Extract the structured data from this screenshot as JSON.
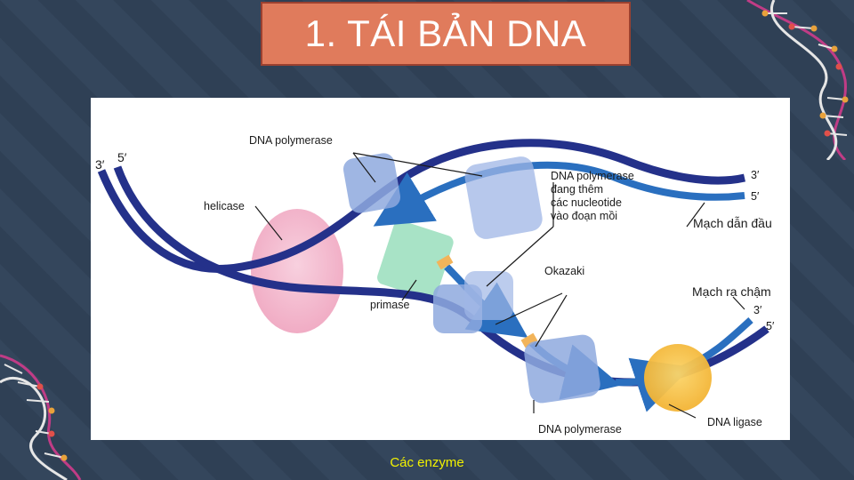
{
  "slide": {
    "title": "1. TÁI BẢN DNA",
    "caption": "Các enzyme"
  },
  "diagram": {
    "labels": {
      "dna_polymerase_top": "DNA polymerase",
      "end_3_left": "3′",
      "end_5_left": "5′",
      "helicase": "helicase",
      "primase": "primase",
      "dna_polymerase_adding_1": "DNA polymerase",
      "dna_polymerase_adding_2": "đang thêm",
      "dna_polymerase_adding_3": "các nucleotide",
      "dna_polymerase_adding_4": "vào đoạn mồi",
      "okazaki": "Okazaki",
      "end_3_right_top": "3′",
      "end_5_right_top": "5′",
      "leading_strand": "Mạch dẫn đầu",
      "lagging_strand": "Mạch ra chậm",
      "end_3_right_bottom": "3′",
      "end_5_right_bottom": "5′",
      "dna_polymerase_bottom": "DNA polymerase",
      "dna_ligase": "DNA ligase"
    }
  },
  "colors": {
    "background": "#2f4055",
    "title_fill": "#e07b5c",
    "title_border": "#9b4130",
    "caption_text": "#f2f200",
    "strand_dark": "#24318a",
    "strand_new": "#2a6fbf",
    "helicase": "#f3b3c8",
    "primase": "#8fd9b4",
    "polymerase": "#8ea9de",
    "ligase": "#f7c64a",
    "primer": "#f2b45a"
  }
}
